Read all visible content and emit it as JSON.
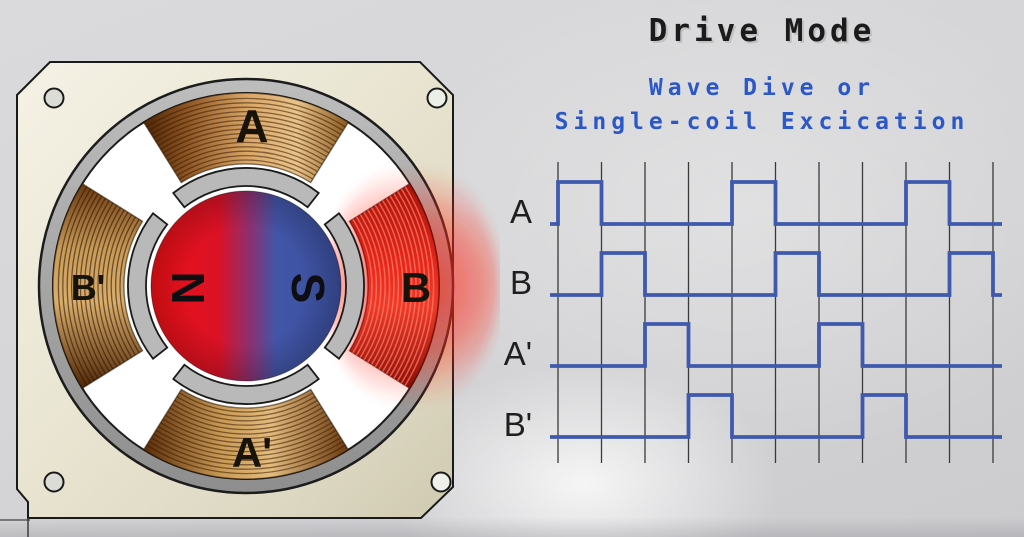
{
  "title": "Drive Mode",
  "subtitle_line1": "Wave Dive or",
  "subtitle_line2": "Single-coil Excication",
  "motor": {
    "coil_top_label": "A",
    "coil_right_label": "B",
    "coil_bottom_label": "A'",
    "coil_left_label": "B'",
    "rotor_pole_left": "N",
    "rotor_pole_right": "S"
  },
  "colors": {
    "title_text": "#1b1b1b",
    "subtitle_text": "#2b57c8",
    "waveform_line": "#3f5aad",
    "grid_line": "#3a3a3a",
    "coil_copper": "#d9a566",
    "coil_energized_red": "#e5261a",
    "rotor_north_red": "#ee1016",
    "rotor_south_blue": "#3b57a8",
    "plate_cream": "#e9e5d2",
    "stator_gray": "#a2a2a2"
  },
  "chart_data": {
    "type": "digital-timing",
    "title": "Drive Mode",
    "subtitle": "Wave Dive or Single-coil Excication",
    "steps": 10,
    "gridlines": 11,
    "legend_position": "left-row-labels",
    "grid": true,
    "line_color": "#3f5aad",
    "grid_color": "#3a3a3a",
    "signals": [
      {
        "name": "A",
        "levels": [
          1,
          0,
          0,
          0,
          1,
          0,
          0,
          0,
          1,
          0
        ]
      },
      {
        "name": "B",
        "levels": [
          0,
          1,
          0,
          0,
          0,
          1,
          0,
          0,
          0,
          1
        ]
      },
      {
        "name": "A'",
        "levels": [
          0,
          0,
          1,
          0,
          0,
          0,
          1,
          0,
          0,
          0
        ]
      },
      {
        "name": "B'",
        "levels": [
          0,
          0,
          0,
          1,
          0,
          0,
          0,
          1,
          0,
          0
        ]
      }
    ]
  }
}
